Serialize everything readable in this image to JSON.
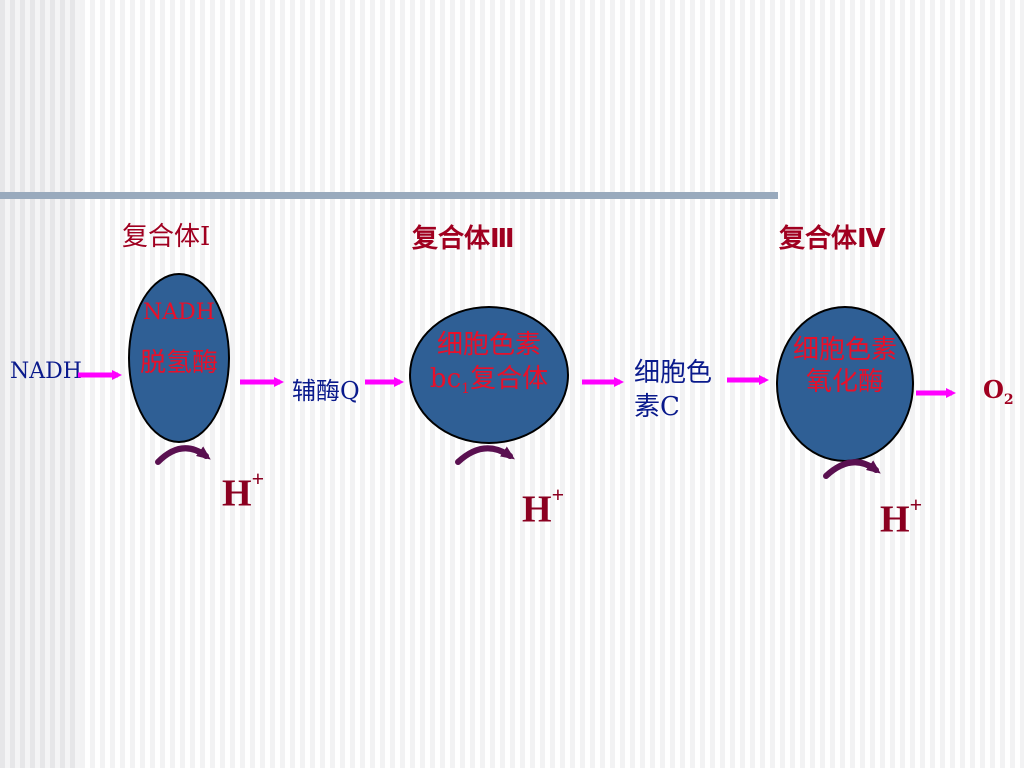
{
  "complexes": [
    {
      "title": "复合体Ⅰ",
      "enzyme_line1": "NADH",
      "enzyme_line2": "脱氢酶"
    },
    {
      "title": "复合体Ⅲ",
      "enzyme_line1": "细胞色素",
      "enzyme_line2_prefix": "bc",
      "enzyme_line2_sub": "1",
      "enzyme_line2_suffix": "复合体"
    },
    {
      "title": "复合体Ⅳ",
      "enzyme_line1": "细胞色素",
      "enzyme_line2": "氧化酶"
    }
  ],
  "carriers": {
    "nadh": "NADH",
    "coq": "辅酶Q",
    "cytc_line1": "细胞色",
    "cytc_line2": "素C",
    "o2_base": "O",
    "o2_sub": "2"
  },
  "protons": {
    "base": "H",
    "sup": "+"
  },
  "colors": {
    "oval_fill": "#2f5f95",
    "arrow": "#ff00ff",
    "proton_arrow": "#5a1050",
    "title_red": "#a00020",
    "enzyme_red": "#e8102a",
    "carrier_blue": "#0a1a8c",
    "divider": "#99aabd"
  }
}
